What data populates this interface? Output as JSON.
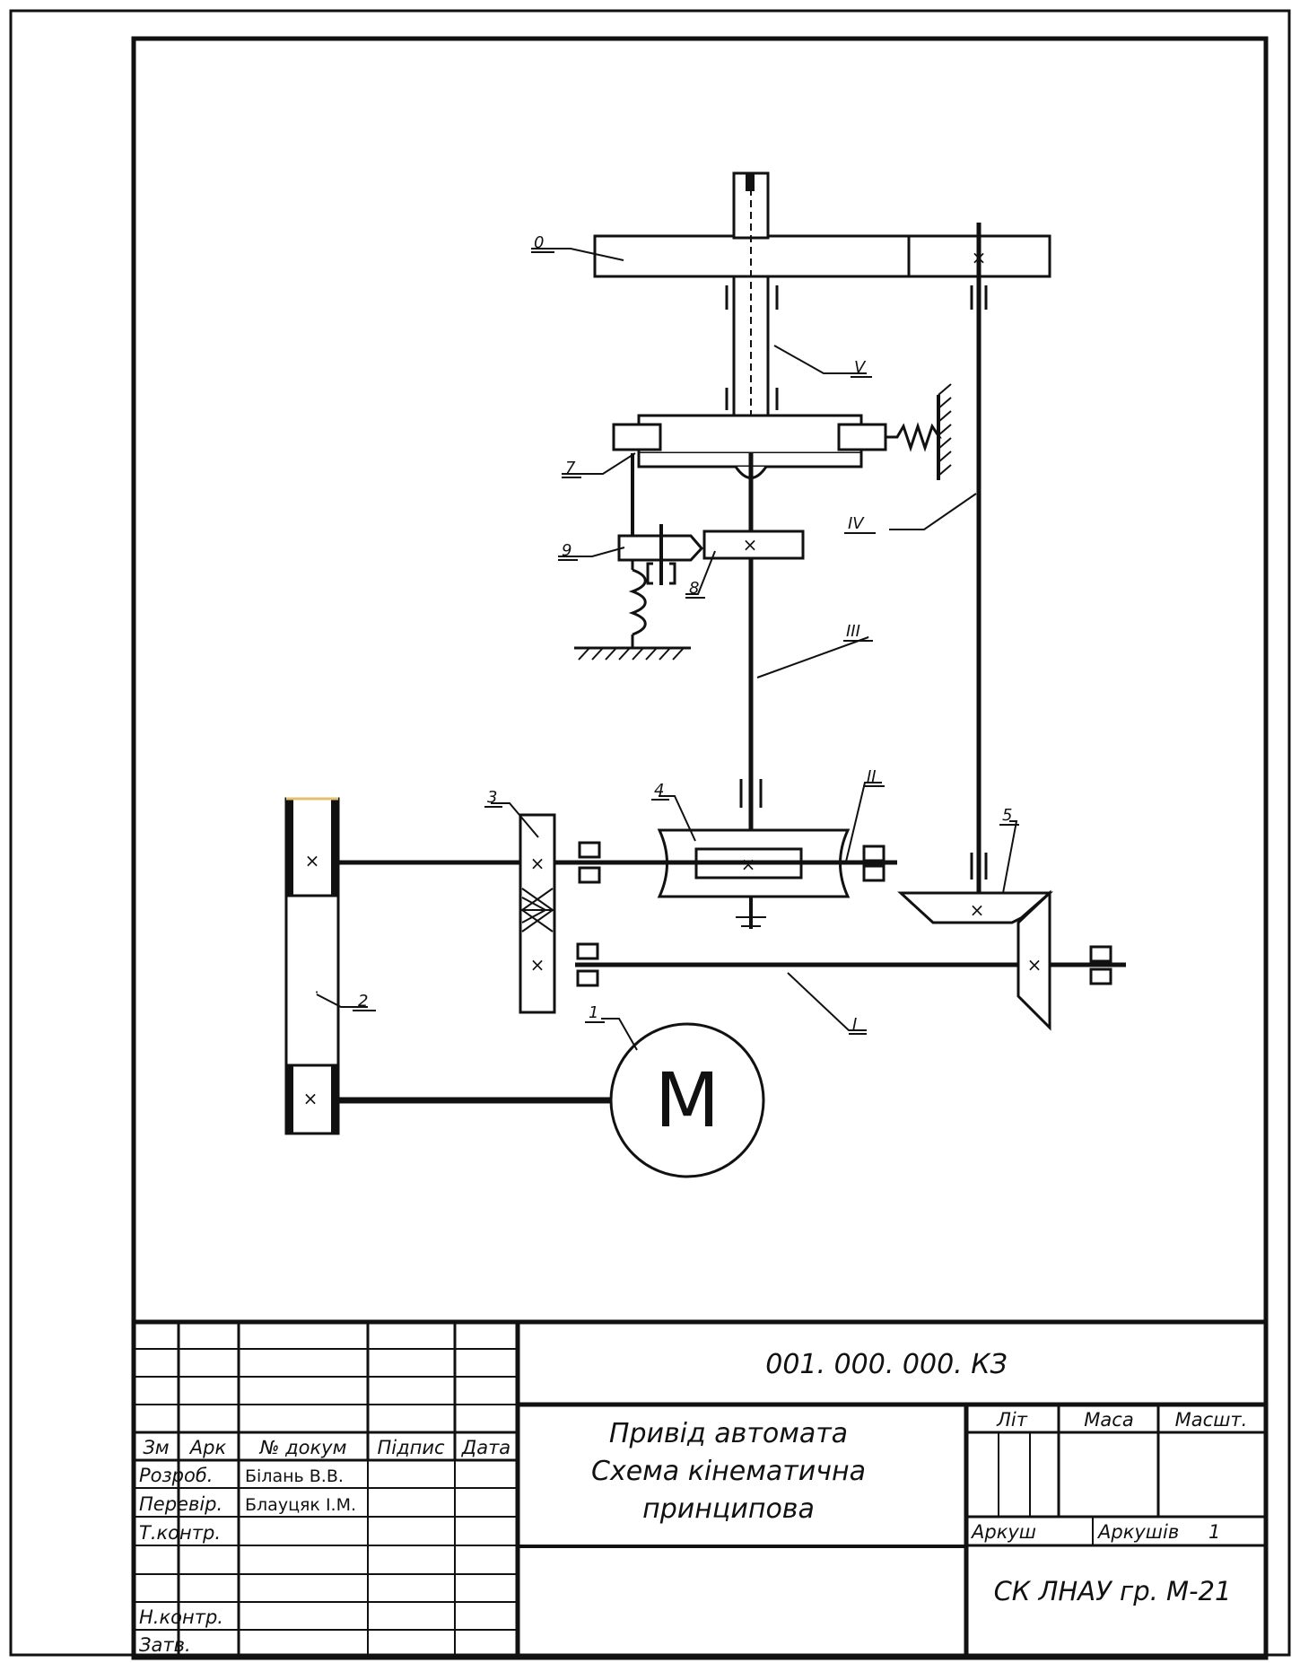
{
  "drawing": {
    "labels": {
      "part_0": "0",
      "part_1": "1",
      "part_2": "2",
      "part_3": "3",
      "part_4": "4",
      "part_5": "5",
      "part_7": "7",
      "part_8": "8",
      "part_9": "9",
      "shaft_I": "I",
      "shaft_II": "II",
      "shaft_III": "III",
      "shaft_IV": "IV",
      "shaft_V": "V",
      "motor": "M"
    }
  },
  "title_block": {
    "doc_code": "001.  000.  000.  КЗ",
    "title_line1": "Привід автомата",
    "title_line2": "Схема кінематична",
    "title_line3": "принципова",
    "headers": {
      "zm": "Зм",
      "ark": "Арк",
      "doc_no": "№ докум",
      "signature": "Підпис",
      "date": "Дата"
    },
    "roles": {
      "developer": "Розроб.",
      "checker": "Перевір.",
      "tech_control": "Т.контр.",
      "norm_control": "Н.контр.",
      "approved": "Затв."
    },
    "names": {
      "developer": "Білань В.В.",
      "checker": "Блауцяк І.М."
    },
    "lit": "Літ",
    "mass": "Маса",
    "scale": "Масшт.",
    "sheet": "Аркуш",
    "sheets": "Аркушів",
    "sheets_count": "1",
    "organization": "СК ЛНАУ  гр. М-21"
  }
}
